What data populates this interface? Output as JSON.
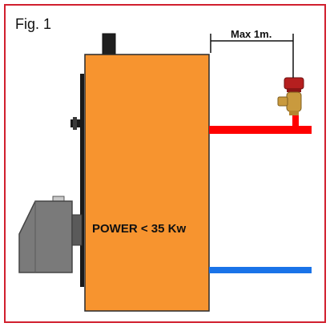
{
  "figure": {
    "label": "Fig. 1"
  },
  "dimension": {
    "label": "Max 1m."
  },
  "boiler": {
    "label": "POWER < 35 Kw"
  },
  "colors": {
    "frame_border": "#d11f2e",
    "boiler_body": "#f7942f",
    "boiler_outline": "#2a2a2a",
    "hot_pipe": "#ff0000",
    "cold_pipe": "#1a73e8",
    "burner": "#7a7a7a",
    "burner_dark": "#5a5a5a",
    "valve_cap": "#b51f1f",
    "valve_body": "#c99a3e"
  },
  "icons": [
    "safety-valve-icon",
    "burner-icon",
    "flue-stub-icon",
    "door-handle-icon"
  ]
}
